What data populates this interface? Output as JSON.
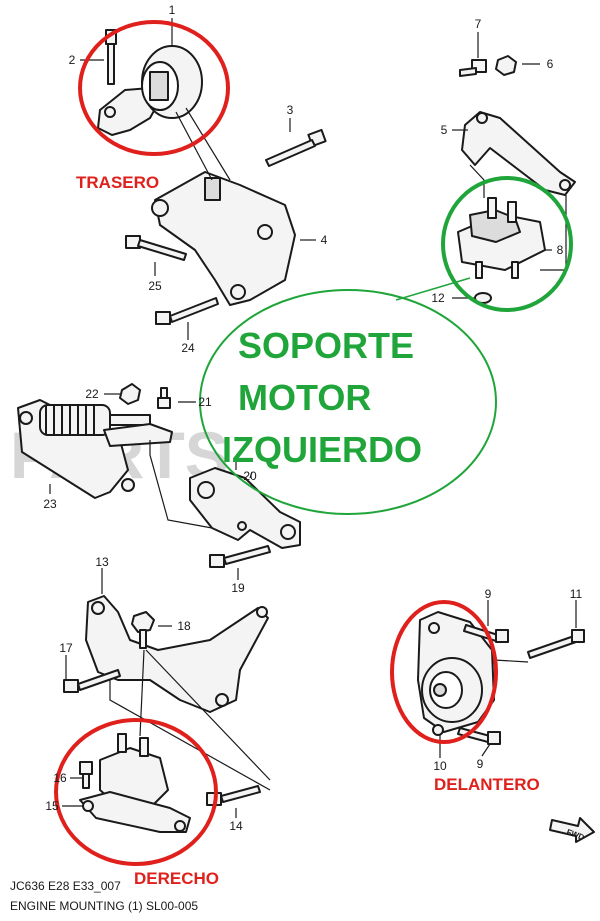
{
  "watermark": "PARTS",
  "colors": {
    "red": "#e0201c",
    "green": "#1fa53a",
    "ink": "#1a1a1a",
    "part_fill": "#f4f4f4"
  },
  "parts": {
    "p1": "1",
    "p2": "2",
    "p3": "3",
    "p4": "4",
    "p5": "5",
    "p6": "6",
    "p7": "7",
    "p8": "8",
    "p9a": "9",
    "p9b": "9",
    "p10": "10",
    "p11": "11",
    "p12": "12",
    "p13": "13",
    "p14": "14",
    "p15": "15",
    "p16": "16",
    "p17": "17",
    "p18": "18",
    "p19": "19",
    "p20": "20",
    "p21": "21",
    "p22": "22",
    "p23": "23",
    "p24": "24",
    "p25": "25"
  },
  "callouts": {
    "trasero": "TRASERO",
    "soporte_line1": "SOPORTE",
    "soporte_line2": "MOTOR",
    "soporte_line3": "IZQUIERDO",
    "delantero": "DELANTERO",
    "derecho": "DERECHO"
  },
  "fwd_label": "FWD",
  "caption": {
    "line1": "JC636 E28 E33_007",
    "line2": "ENGINE MOUNTING (1) SL00-005"
  }
}
